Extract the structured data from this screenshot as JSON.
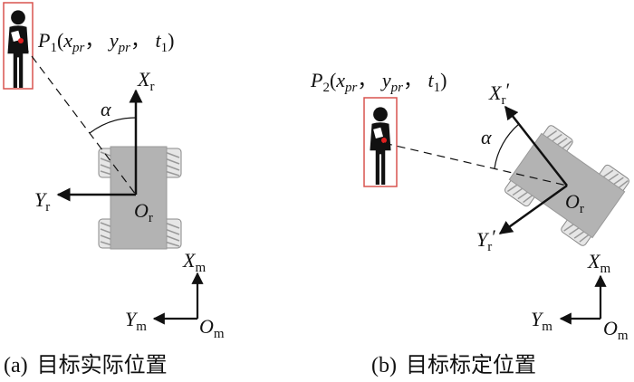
{
  "panel_a": {
    "person_label": {
      "P": "P",
      "sub1": "1",
      "open": "(",
      "x": "x",
      "xsub": "pr",
      "sep1": "， ",
      "y": "y",
      "ysub": "pr",
      "sep2": "， ",
      "t": "t",
      "tsub": "1",
      "close": ")"
    },
    "angle": "α",
    "robot_x": {
      "main": "X",
      "sub": "r"
    },
    "robot_y": {
      "main": "Y",
      "sub": "r"
    },
    "robot_origin": {
      "main": "O",
      "sub": "r"
    },
    "map_x": {
      "main": "X",
      "sub": "m"
    },
    "map_y": {
      "main": "Y",
      "sub": "m"
    },
    "map_origin": {
      "main": "O",
      "sub": "m"
    },
    "caption_tag": "(a)",
    "caption_text": "目标实际位置"
  },
  "panel_b": {
    "person_label": {
      "P": "P",
      "sub1": "2",
      "open": "(",
      "x": "x",
      "xsub": "pr",
      "sep1": "， ",
      "y": "y",
      "ysub": "pr",
      "sep2": "， ",
      "t": "t",
      "tsub": "1",
      "close": ")"
    },
    "angle": "α",
    "robot_x": {
      "main": "X",
      "sub": "r",
      "prime": "′"
    },
    "robot_y": {
      "main": "Y",
      "sub": "r",
      "prime": "′"
    },
    "robot_origin": {
      "main": "O",
      "sub": "r"
    },
    "map_x": {
      "main": "X",
      "sub": "m"
    },
    "map_y": {
      "main": "Y",
      "sub": "m"
    },
    "map_origin": {
      "main": "O",
      "sub": "m"
    },
    "caption_tag": "(b)",
    "caption_text": "目标标定位置"
  },
  "colors": {
    "box": "#d9534f",
    "robot": "#b3b3b3",
    "ink": "#111111",
    "marker": "#e02020"
  }
}
